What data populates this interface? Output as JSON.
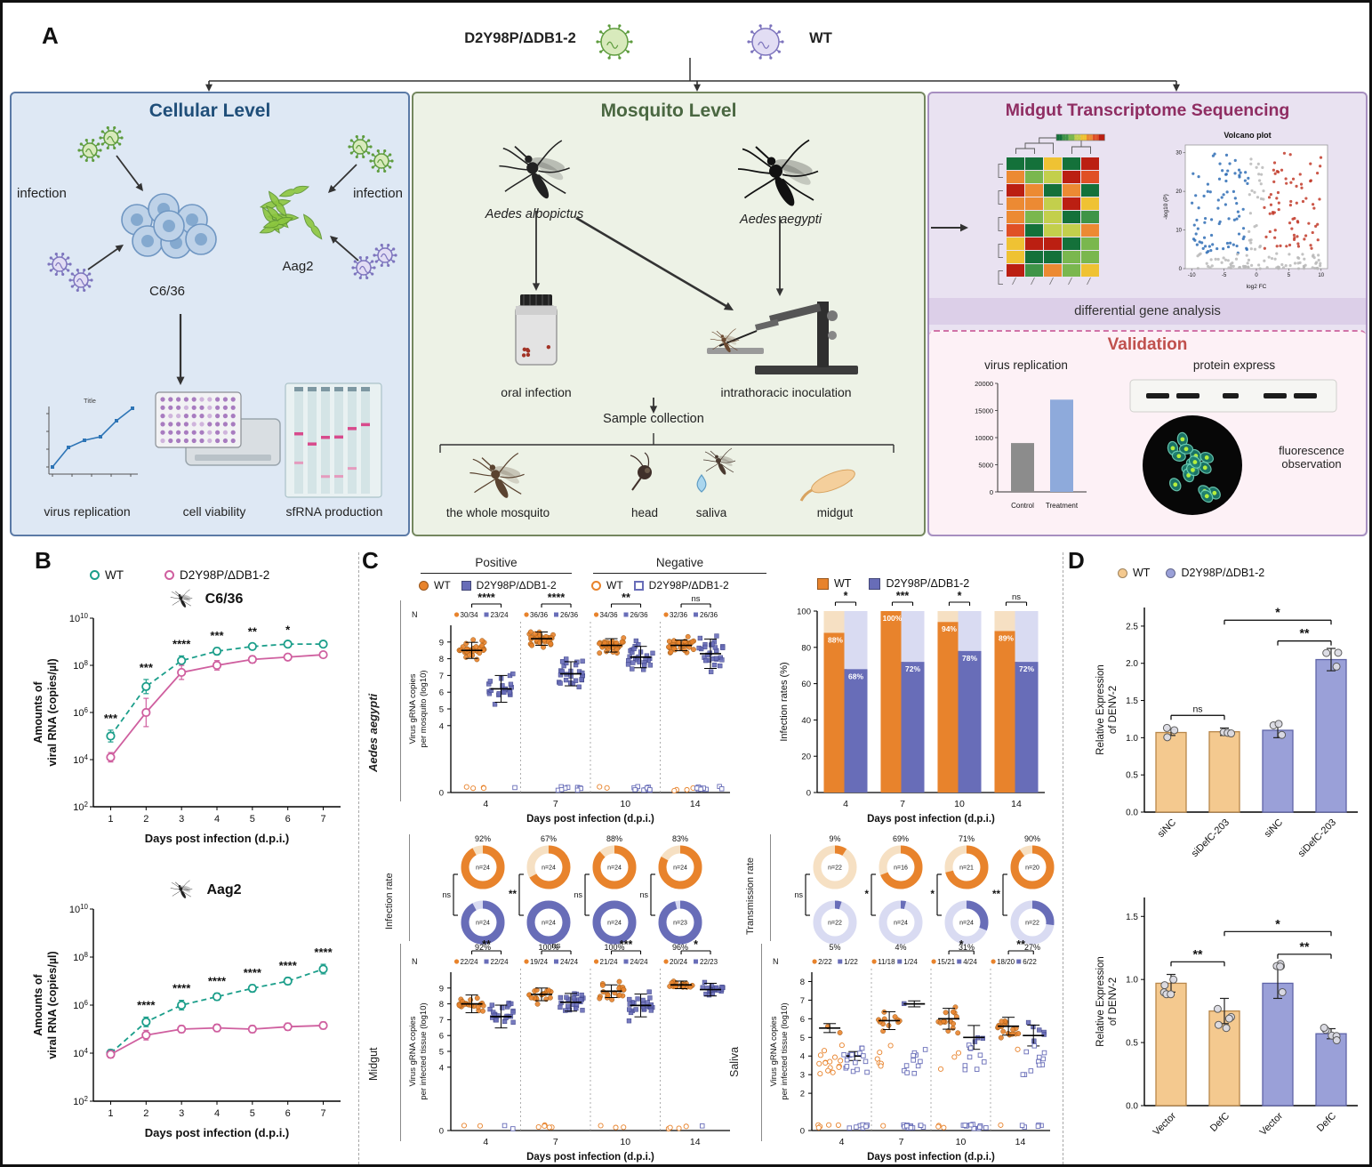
{
  "colors": {
    "wt_line": "#1b9e8a",
    "mut_line": "#cf5f9f",
    "wt_orange": "#e8832c",
    "wt_orange_light": "#f6e0c3",
    "mut_purple": "#686db8",
    "mut_purple_light": "#d9dbf2",
    "tan_bar": "#f4c98f",
    "tan_edge": "#b8874a",
    "purple_bar": "#9aa0d8",
    "purple_edge": "#5f64a8",
    "cellular_accent": "#1f4e79",
    "mosquito_accent": "#4a6741",
    "midgut_accent": "#8f2d62",
    "validation_accent": "#c0504d"
  },
  "panel_a": {
    "label": "A",
    "mutant_label": "D2Y98P/ΔDB1-2",
    "wt_label": "WT",
    "cellular": {
      "title": "Cellular Level",
      "infection_left": "infection",
      "infection_right": "infection",
      "c636": "C6/36",
      "aag2": "Aag2",
      "virus_replication": "virus replication",
      "cell_viability": "cell viability",
      "sfrna": "sfRNA production"
    },
    "mosquito": {
      "title": "Mosquito Level",
      "albopictus": "Aedes albopictus",
      "aegypti": "Aedes aegypti",
      "oral": "oral infection",
      "intrathoracic": "intrathoracic inoculation",
      "sample_collection": "Sample collection",
      "samples": [
        "the whole mosquito",
        "head",
        "saliva",
        "midgut"
      ]
    },
    "midgut": {
      "title": "Midgut Transcriptome Sequencing",
      "dga": "differential gene analysis",
      "validation": {
        "title": "Validation",
        "virus_replication": "virus replication",
        "protein": "protein express",
        "fluorescence": "fluorescence observation"
      }
    }
  },
  "panel_b": {
    "label": "B",
    "legend": {
      "wt": "WT",
      "mut": "D2Y98P/ΔDB1-2"
    }
  },
  "panel_c": {
    "label": "C",
    "legend": {
      "positive": "Positive",
      "negative": "Negative",
      "wt": "WT",
      "mut": "D2Y98P/ΔDB1-2",
      "wt2": "WT",
      "mut2": "D2Y98P/ΔDB1-2",
      "bar_wt": "WT",
      "bar_mut": "D2Y98P/ΔDB1-2"
    },
    "side_labels": {
      "aegypti": "Aedes aegypti",
      "midgut": "Midgut",
      "saliva": "Saliva",
      "infection_rate": "Infection rate",
      "transmission_rate": "Transmission rate"
    }
  },
  "panel_d": {
    "label": "D",
    "legend": {
      "wt": "WT",
      "mut": "D2Y98P/ΔDB1-2"
    }
  },
  "chart_data": [
    {
      "id": "b_c636",
      "type": "line",
      "title": "C6/36",
      "xlabel": "Days post infection (d.p.i.)",
      "ylabel": [
        "Amounts of",
        "viral RNA (copies/µl)"
      ],
      "x": [
        1,
        2,
        3,
        4,
        5,
        6,
        7
      ],
      "ylim_log": [
        2,
        10
      ],
      "log_ticks": [
        2,
        4,
        6,
        8,
        10
      ],
      "series": [
        {
          "name": "WT",
          "log_values": [
            5.0,
            7.1,
            8.2,
            8.6,
            8.8,
            8.9,
            8.9
          ],
          "errors": [
            0.25,
            0.3,
            0.2,
            0.15,
            0.12,
            0.1,
            0.1
          ]
        },
        {
          "name": "D2Y98P/ΔDB1-2",
          "log_values": [
            4.1,
            6.0,
            7.7,
            8.0,
            8.25,
            8.35,
            8.45
          ],
          "errors": [
            0.2,
            0.6,
            0.3,
            0.2,
            0.15,
            0.12,
            0.1
          ]
        }
      ],
      "significance": [
        {
          "x": 1,
          "label": "***"
        },
        {
          "x": 2,
          "label": "***"
        },
        {
          "x": 3,
          "label": "****"
        },
        {
          "x": 4,
          "label": "***"
        },
        {
          "x": 5,
          "label": "**"
        },
        {
          "x": 6,
          "label": "*"
        }
      ]
    },
    {
      "id": "b_aag2",
      "type": "line",
      "title": "Aag2",
      "xlabel": "Days post infection (d.p.i.)",
      "ylabel": [
        "Amounts of",
        "viral RNA (copies/µl)"
      ],
      "x": [
        1,
        2,
        3,
        4,
        5,
        6,
        7
      ],
      "ylim_log": [
        2,
        10
      ],
      "log_ticks": [
        2,
        4,
        6,
        8,
        10
      ],
      "series": [
        {
          "name": "WT",
          "log_values": [
            4.0,
            5.3,
            6.0,
            6.35,
            6.7,
            7.0,
            7.5
          ],
          "errors": [
            0.15,
            0.2,
            0.2,
            0.15,
            0.15,
            0.15,
            0.2
          ]
        },
        {
          "name": "D2Y98P/ΔDB1-2",
          "log_values": [
            3.95,
            4.75,
            5.0,
            5.05,
            5.0,
            5.1,
            5.15
          ],
          "errors": [
            0.15,
            0.2,
            0.15,
            0.15,
            0.15,
            0.15,
            0.15
          ]
        }
      ],
      "significance": [
        {
          "x": 2,
          "label": "****"
        },
        {
          "x": 3,
          "label": "****"
        },
        {
          "x": 4,
          "label": "****"
        },
        {
          "x": 5,
          "label": "****"
        },
        {
          "x": 6,
          "label": "****"
        },
        {
          "x": 7,
          "label": "****"
        }
      ]
    },
    {
      "id": "c_mosquito",
      "type": "scatter",
      "group_label": "Aedes aegypti",
      "xlabel": "Days post infection (d.p.i.)",
      "ylabel": [
        "Virus gRNA copies",
        "per mosquito (log10)"
      ],
      "yticks": [
        0,
        4,
        5,
        6,
        7,
        8,
        9
      ],
      "ymax": 10,
      "groups": [
        {
          "day": "4",
          "wt_n": "30/34",
          "mut_n": "23/24",
          "wt_median": 8.5,
          "mut_median": 6.2,
          "wt_spread": 0.6,
          "mut_spread": 1.0,
          "sig": "****"
        },
        {
          "day": "7",
          "wt_n": "36/36",
          "mut_n": "26/36",
          "wt_median": 9.2,
          "mut_median": 7.1,
          "wt_spread": 0.5,
          "mut_spread": 0.9,
          "sig": "****"
        },
        {
          "day": "10",
          "wt_n": "34/36",
          "mut_n": "26/36",
          "wt_median": 8.8,
          "mut_median": 8.1,
          "wt_spread": 0.5,
          "mut_spread": 0.8,
          "sig": "**"
        },
        {
          "day": "14",
          "wt_n": "32/36",
          "mut_n": "26/36",
          "wt_median": 8.8,
          "mut_median": 8.3,
          "wt_spread": 0.4,
          "mut_spread": 1.1,
          "sig": "ns"
        }
      ]
    },
    {
      "id": "c_infection_bars",
      "type": "stacked_bar",
      "xlabel": "Days post infection (d.p.i.)",
      "ylabel": "Infection rates (%)",
      "yticks": [
        0,
        20,
        40,
        60,
        80,
        100
      ],
      "groups": [
        {
          "day": "4",
          "wt_pct": 88,
          "mut_pct": 68,
          "sig": "*"
        },
        {
          "day": "7",
          "wt_pct": 100,
          "mut_pct": 72,
          "sig": "***"
        },
        {
          "day": "10",
          "wt_pct": 94,
          "mut_pct": 78,
          "sig": "*"
        },
        {
          "day": "14",
          "wt_pct": 89,
          "mut_pct": 72,
          "sig": "ns"
        }
      ]
    },
    {
      "id": "c_infection_donuts",
      "type": "donut_grid",
      "label": "Infection rate",
      "columns": [
        {
          "wt_pct": 92,
          "wt_n": "n=24",
          "mut_pct": 92,
          "mut_n": "n=24",
          "sig": "ns"
        },
        {
          "wt_pct": 67,
          "wt_n": "n=24",
          "mut_pct": 100,
          "mut_n": "n=24",
          "sig": "**"
        },
        {
          "wt_pct": 88,
          "wt_n": "n=24",
          "mut_pct": 100,
          "mut_n": "n=24",
          "sig": "ns"
        },
        {
          "wt_pct": 83,
          "wt_n": "n=24",
          "mut_pct": 96,
          "mut_n": "n=23",
          "sig": "ns"
        }
      ]
    },
    {
      "id": "c_transmission_donuts",
      "type": "donut_grid",
      "label": "Transmission rate",
      "columns": [
        {
          "wt_pct": 9,
          "wt_n": "n=22",
          "mut_pct": 5,
          "mut_n": "n=22",
          "sig": "ns"
        },
        {
          "wt_pct": 69,
          "wt_n": "n=16",
          "mut_pct": 4,
          "mut_n": "n=24",
          "sig": "*"
        },
        {
          "wt_pct": 71,
          "wt_n": "n=21",
          "mut_pct": 31,
          "mut_n": "n=24",
          "sig": "*"
        },
        {
          "wt_pct": 90,
          "wt_n": "n=20",
          "mut_pct": 27,
          "mut_n": "n=22",
          "sig": "**"
        }
      ]
    },
    {
      "id": "c_midgut",
      "type": "scatter",
      "group_label": "Midgut",
      "xlabel": "Days post infection (d.p.i.)",
      "ylabel": [
        "Virus gRNA copies",
        "per infected tissue (log10)"
      ],
      "yticks": [
        0,
        4,
        5,
        6,
        7,
        8,
        9
      ],
      "ymax": 10,
      "groups": [
        {
          "day": "4",
          "wt_n": "22/24",
          "mut_n": "22/24",
          "wt_median": 8.0,
          "mut_median": 7.2,
          "wt_spread": 0.7,
          "mut_spread": 0.9,
          "sig": "**"
        },
        {
          "day": "7",
          "wt_n": "19/24",
          "mut_n": "24/24",
          "wt_median": 8.6,
          "mut_median": 8.1,
          "wt_spread": 0.5,
          "mut_spread": 0.7,
          "sig": "ns"
        },
        {
          "day": "10",
          "wt_n": "21/24",
          "mut_n": "24/24",
          "wt_median": 8.8,
          "mut_median": 7.9,
          "wt_spread": 0.5,
          "mut_spread": 0.9,
          "sig": "***"
        },
        {
          "day": "14",
          "wt_n": "20/24",
          "mut_n": "22/23",
          "wt_median": 9.2,
          "mut_median": 8.9,
          "wt_spread": 0.3,
          "mut_spread": 0.5,
          "sig": "*"
        }
      ]
    },
    {
      "id": "c_saliva",
      "type": "scatter",
      "group_label": "Saliva",
      "xlabel": "Days post infection (d.p.i.)",
      "ylabel": [
        "Virus gRNA copies",
        "per infected tissue (log10)"
      ],
      "yticks": [
        0,
        2,
        3,
        4,
        5,
        6,
        7,
        8
      ],
      "ymax": 8.5,
      "low_neg": true,
      "groups": [
        {
          "day": "4",
          "wt_n": "2/22",
          "mut_n": "1/22",
          "wt_median": 5.5,
          "mut_median": 4.0,
          "wt_spread": 0.3,
          "mut_spread": 0.3,
          "sig": ""
        },
        {
          "day": "7",
          "wt_n": "11/18",
          "mut_n": "1/24",
          "wt_median": 5.9,
          "mut_median": 6.8,
          "wt_spread": 0.6,
          "mut_spread": 0.2,
          "sig": ""
        },
        {
          "day": "10",
          "wt_n": "15/21",
          "mut_n": "4/24",
          "wt_median": 6.0,
          "mut_median": 5.0,
          "wt_spread": 0.7,
          "mut_spread": 0.8,
          "sig": "*"
        },
        {
          "day": "14",
          "wt_n": "18/20",
          "mut_n": "6/22",
          "wt_median": 5.6,
          "mut_median": 5.1,
          "wt_spread": 0.6,
          "mut_spread": 0.7,
          "sig": "**"
        }
      ]
    },
    {
      "id": "d_sirna",
      "type": "bar",
      "ylabel": [
        "Relative Expression",
        "of DENV-2"
      ],
      "yticks": [
        0,
        0.5,
        1.0,
        1.5,
        2.0,
        2.5
      ],
      "ymax": 2.5,
      "bars": [
        {
          "label": "siNC",
          "group": "wt",
          "value": 1.07,
          "error": 0.04,
          "dots": 3
        },
        {
          "label": "siDefC-203",
          "group": "wt",
          "value": 1.08,
          "error": 0.05,
          "dots": 3
        },
        {
          "label": "siNC",
          "group": "mut",
          "value": 1.1,
          "error": 0.1,
          "dots": 3
        },
        {
          "label": "siDefC-203",
          "group": "mut",
          "value": 2.05,
          "error": 0.15,
          "dots": 3
        }
      ],
      "significance": [
        {
          "a": 0,
          "b": 1,
          "label": "ns",
          "y": 1.3
        },
        {
          "a": 2,
          "b": 3,
          "label": "**",
          "y": 2.3
        },
        {
          "a": 1,
          "b": 3,
          "label": "*",
          "y": 2.58
        }
      ]
    },
    {
      "id": "d_defc",
      "type": "bar",
      "ylabel": [
        "Relative Expression",
        "of DENV-2"
      ],
      "yticks": [
        0,
        0.5,
        1.0,
        1.5
      ],
      "ymax": 1.5,
      "bars": [
        {
          "label": "Vector",
          "group": "wt",
          "value": 0.97,
          "error": 0.07,
          "dots": 5
        },
        {
          "label": "DefC",
          "group": "wt",
          "value": 0.75,
          "error": 0.1,
          "dots": 5
        },
        {
          "label": "Vector",
          "group": "mut",
          "value": 0.97,
          "error": 0.12,
          "dots": 5
        },
        {
          "label": "DefC",
          "group": "mut",
          "value": 0.57,
          "error": 0.04,
          "dots": 5
        }
      ],
      "significance": [
        {
          "a": 0,
          "b": 1,
          "label": "**",
          "y": 1.14
        },
        {
          "a": 2,
          "b": 3,
          "label": "**",
          "y": 1.2
        },
        {
          "a": 1,
          "b": 3,
          "label": "*",
          "y": 1.38
        }
      ]
    },
    {
      "id": "a_validation",
      "type": "bar_mini",
      "yticks": [
        0,
        5000,
        10000,
        15000,
        20000
      ],
      "ymax": 20000,
      "bars": [
        {
          "label": "Control",
          "value": 9000,
          "color": "#8c8c8c"
        },
        {
          "label": "Treatment",
          "value": 17000,
          "color": "#8eaadb"
        }
      ]
    },
    {
      "id": "a_volcano",
      "type": "volcano",
      "title": "Volcano plot",
      "xlabel": "log2 FC",
      "ylabel": "-log10 (P)",
      "xticks": [
        -10,
        -5,
        0,
        5,
        10
      ],
      "yticks": [
        0,
        10,
        20,
        30
      ]
    },
    {
      "id": "a_heatmap",
      "type": "heatmap",
      "rows": 9,
      "cols": 5
    },
    {
      "id": "a_growth",
      "type": "line_mini",
      "title": "Title"
    }
  ]
}
